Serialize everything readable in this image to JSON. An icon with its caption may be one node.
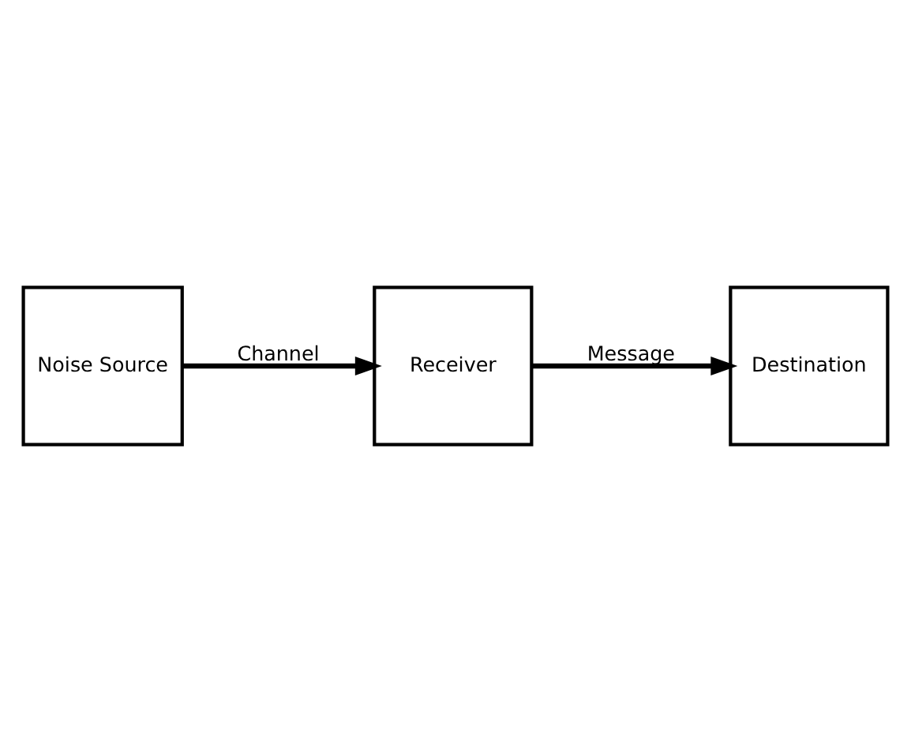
{
  "diagram": {
    "nodes": [
      {
        "text": [
          "Receiver"
        ]
      },
      {
        "text": [
          "Destination"
        ]
      },
      {
        "text": [
          "Noise Source"
        ]
      }
    ],
    "edges": [
      {
        "from": 2,
        "to": 0,
        "arrow": "to",
        "label": "Channel"
      },
      {
        "from": 0,
        "to": 1,
        "arrow": "to",
        "label": "Message"
      }
    ]
  }
}
